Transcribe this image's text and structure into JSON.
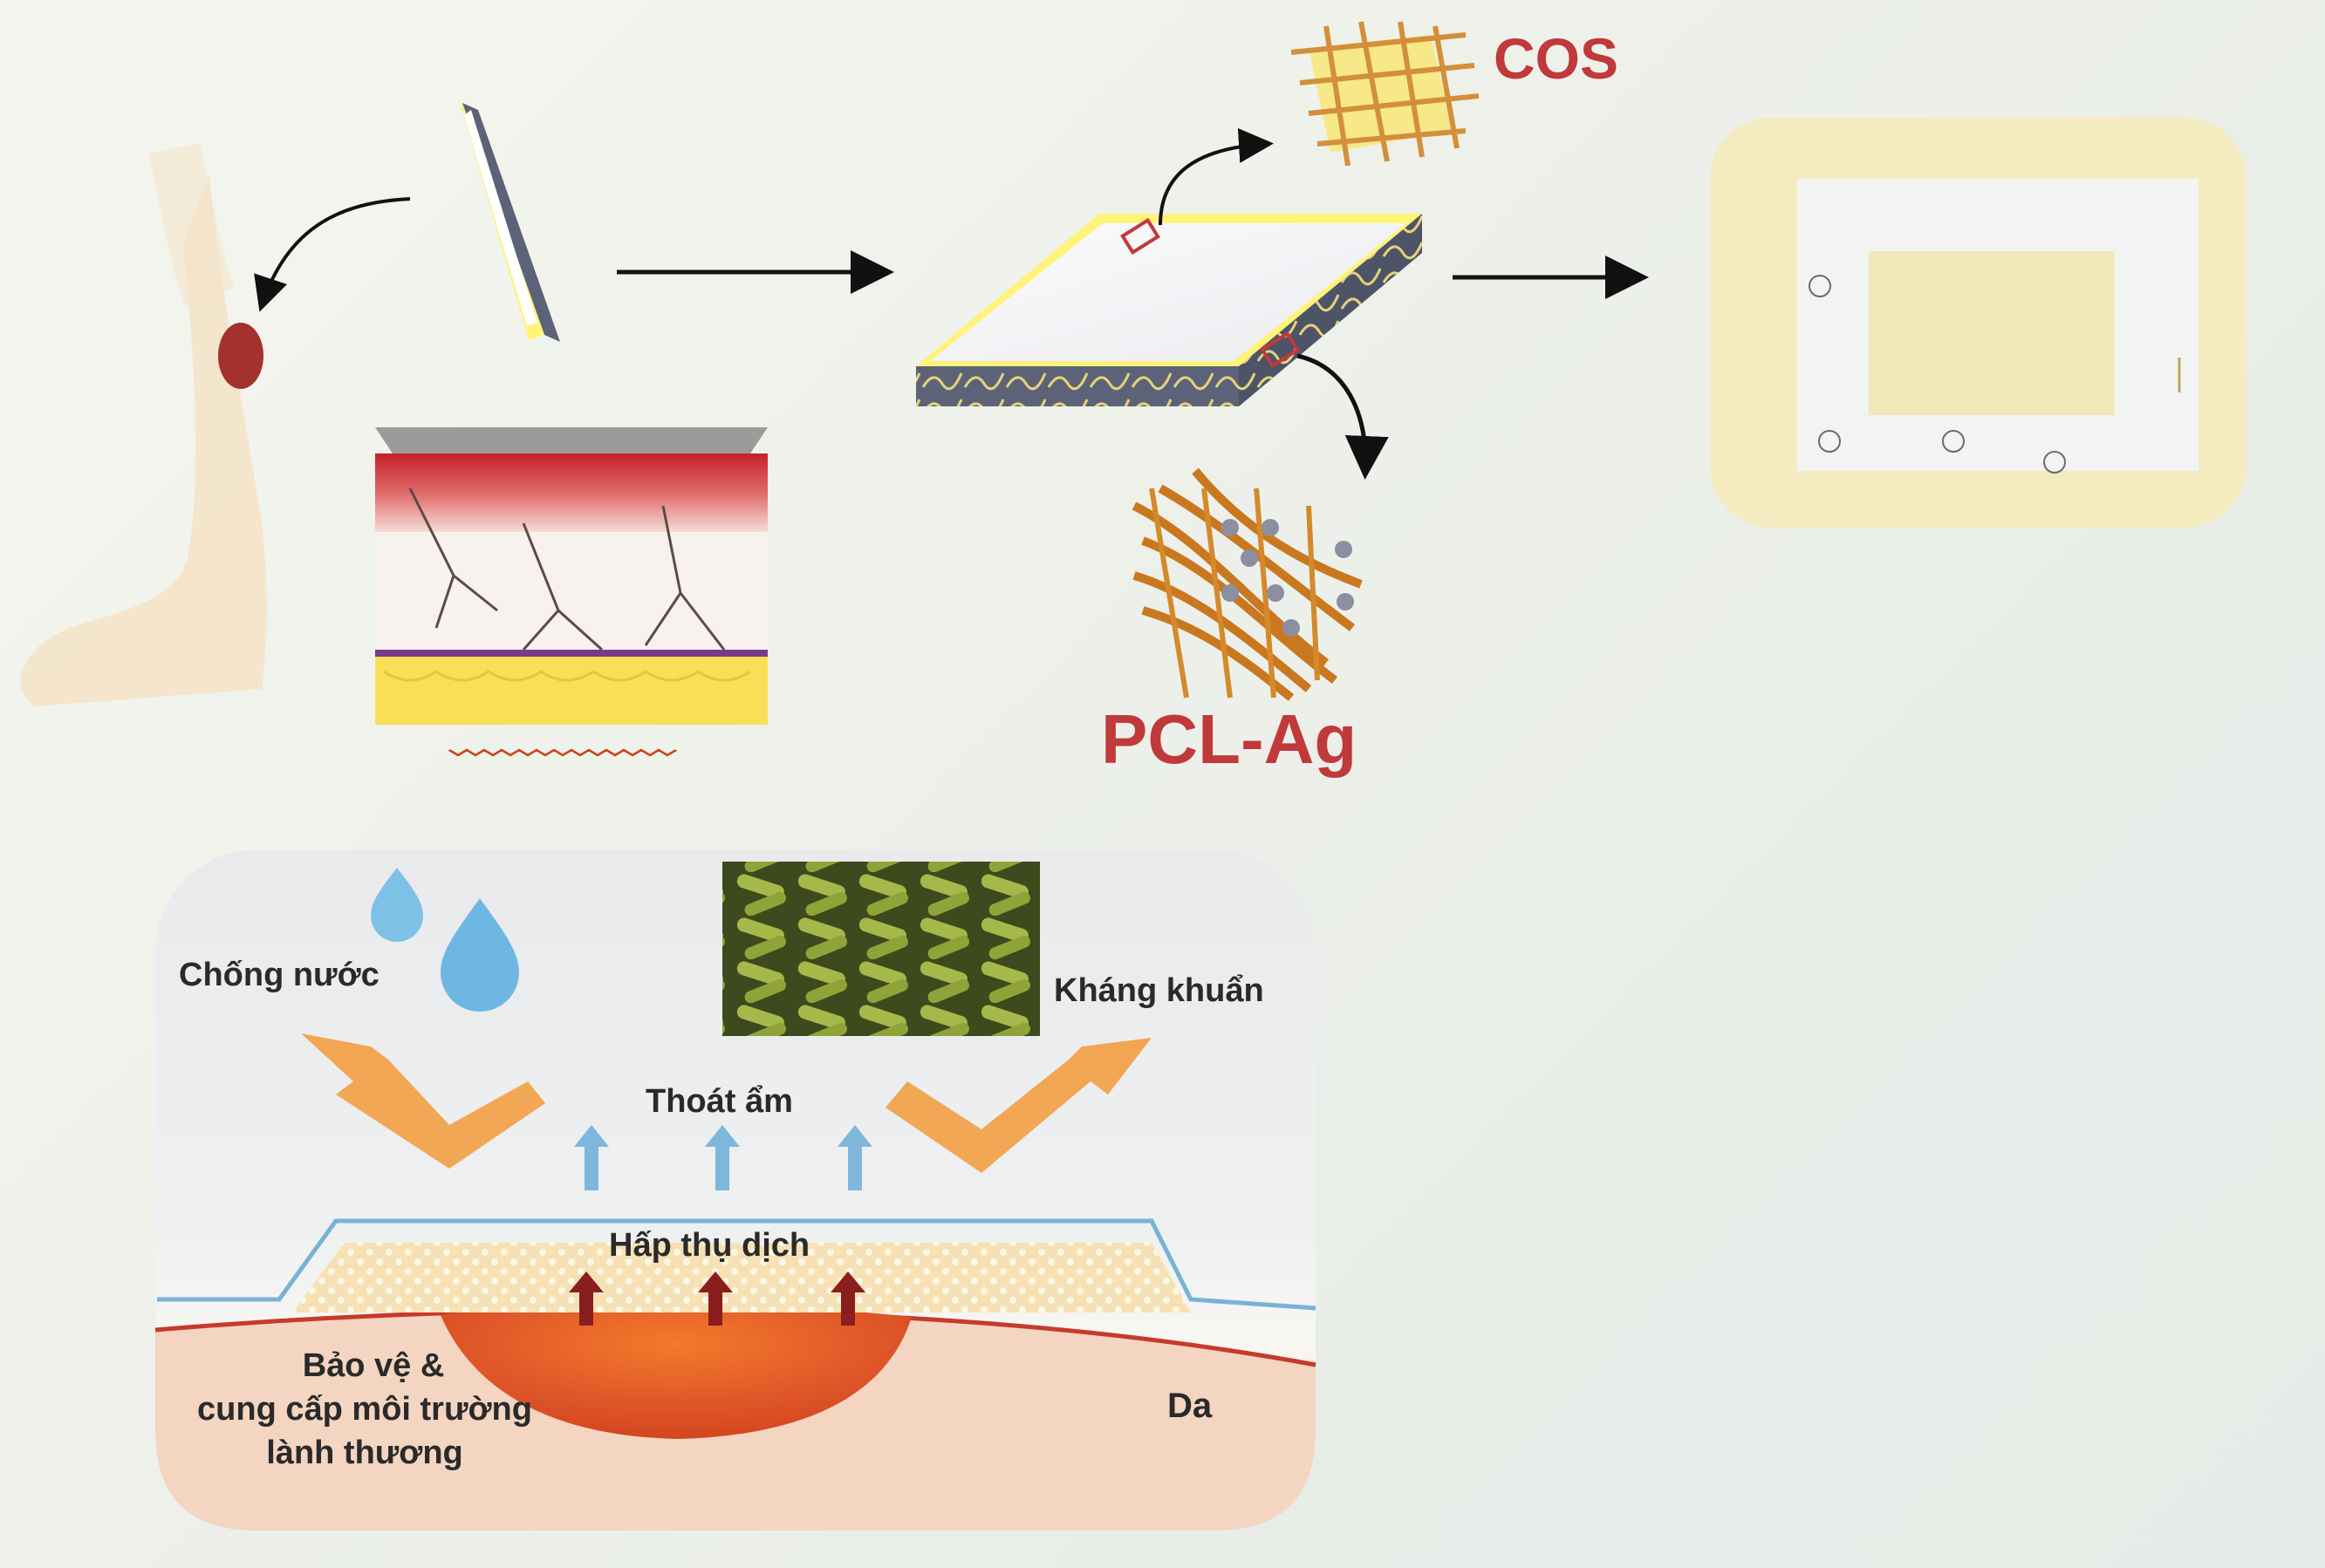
{
  "top": {
    "cos_label": "COS",
    "pclag_label": "PCL-Ag"
  },
  "mechanism": {
    "chong_nuoc": "Chống nước",
    "khang_khuan": "Kháng khuẩn",
    "thoat_am": "Thoát ẩm",
    "hap_thu_dich": "Hấp thụ dịch",
    "bao_ve_1": "Bảo vệ &",
    "bao_ve_2": "cung cấp môi trường",
    "bao_ve_3": "lành thương",
    "da": "Da"
  },
  "colors": {
    "accent_red": "#c0393b",
    "orange_arrow": "#f0a04b",
    "blue_arrow": "#7fb6dc",
    "dark_red_arrow": "#8a1e1e",
    "pad_yellow": "#fff37a",
    "pad_gray": "#5c6378"
  }
}
